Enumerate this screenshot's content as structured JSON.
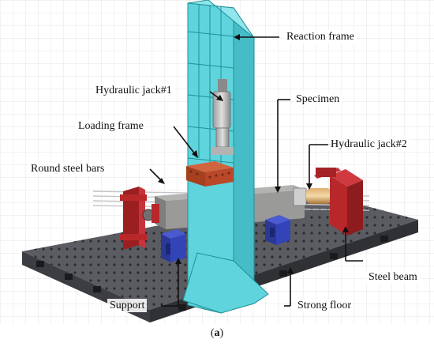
{
  "labels": {
    "reaction_frame": "Reaction frame",
    "hydraulic_jack_1": "Hydraulic jack#1",
    "specimen": "Specimen",
    "loading_frame": "Loading frame",
    "hydraulic_jack_2": "Hydraulic jack#2",
    "round_steel_bars": "Round steel bars",
    "steel_beam": "Steel beam",
    "support": "Support",
    "strong_floor": "Strong floor"
  },
  "caption": {
    "open": "(",
    "letter": "a",
    "close": ")"
  },
  "colors": {
    "reaction_frame": "#5fd4dc",
    "reaction_frame_edge": "#1f8f97",
    "steel_beam": "#b8282a",
    "loading_frame": "#b9472a",
    "support": "#3344b8",
    "floor": "#505258",
    "specimen": "#9a9a98",
    "jack": "#c9c9c9",
    "jack2_body": "#c8964a"
  }
}
